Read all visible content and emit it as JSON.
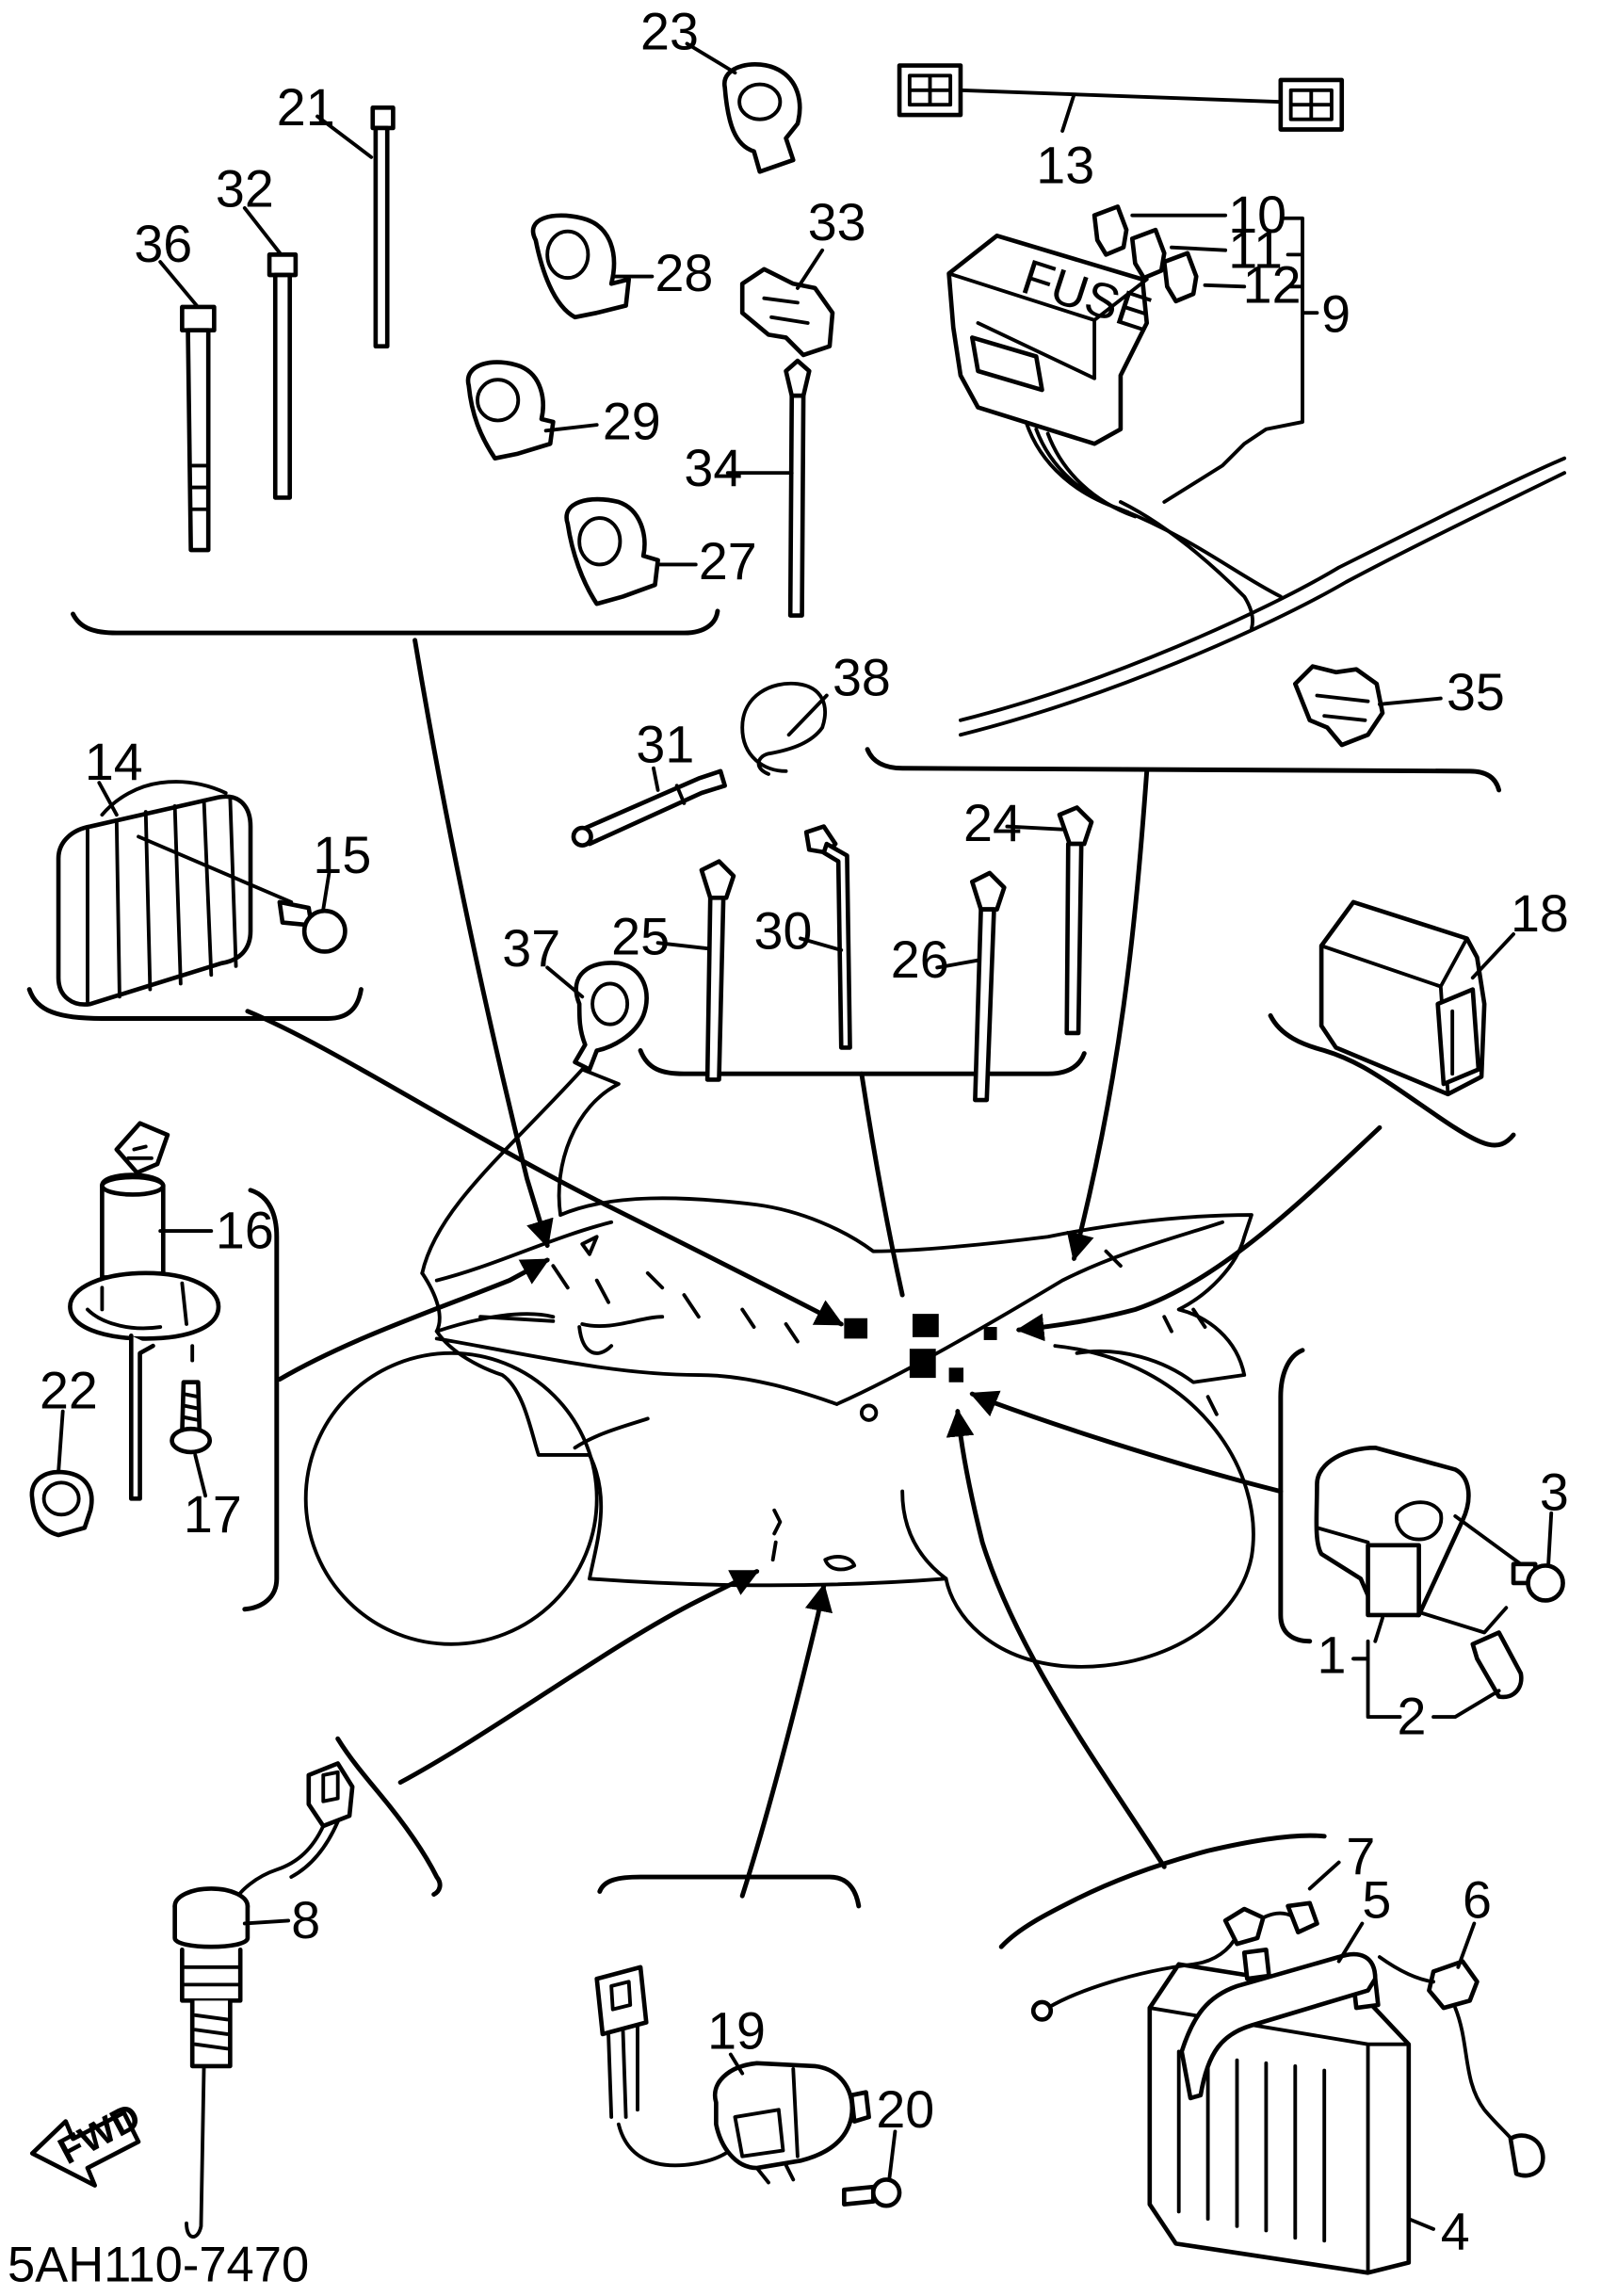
{
  "diagram": {
    "code": "5AH110-7470",
    "fuse_label": "FUSE",
    "fwd_label": "FWD",
    "callouts": [
      {
        "id": "1",
        "label": "1"
      },
      {
        "id": "2",
        "label": "2"
      },
      {
        "id": "3",
        "label": "3"
      },
      {
        "id": "4",
        "label": "4"
      },
      {
        "id": "5",
        "label": "5"
      },
      {
        "id": "6",
        "label": "6"
      },
      {
        "id": "7",
        "label": "7"
      },
      {
        "id": "8",
        "label": "8"
      },
      {
        "id": "9",
        "label": "9"
      },
      {
        "id": "10",
        "label": "10"
      },
      {
        "id": "11",
        "label": "11"
      },
      {
        "id": "12",
        "label": "12"
      },
      {
        "id": "13",
        "label": "13"
      },
      {
        "id": "14",
        "label": "14"
      },
      {
        "id": "15",
        "label": "15"
      },
      {
        "id": "16",
        "label": "16"
      },
      {
        "id": "17",
        "label": "17"
      },
      {
        "id": "18",
        "label": "18"
      },
      {
        "id": "19",
        "label": "19"
      },
      {
        "id": "20",
        "label": "20"
      },
      {
        "id": "21",
        "label": "21"
      },
      {
        "id": "22",
        "label": "22"
      },
      {
        "id": "23",
        "label": "23"
      },
      {
        "id": "24",
        "label": "24"
      },
      {
        "id": "25",
        "label": "25"
      },
      {
        "id": "26",
        "label": "26"
      },
      {
        "id": "27",
        "label": "27"
      },
      {
        "id": "28",
        "label": "28"
      },
      {
        "id": "29",
        "label": "29"
      },
      {
        "id": "30",
        "label": "30"
      },
      {
        "id": "31",
        "label": "31"
      },
      {
        "id": "32",
        "label": "32"
      },
      {
        "id": "33",
        "label": "33"
      },
      {
        "id": "34",
        "label": "34"
      },
      {
        "id": "35",
        "label": "35"
      },
      {
        "id": "36",
        "label": "36"
      },
      {
        "id": "37",
        "label": "37"
      },
      {
        "id": "38",
        "label": "38"
      }
    ]
  }
}
